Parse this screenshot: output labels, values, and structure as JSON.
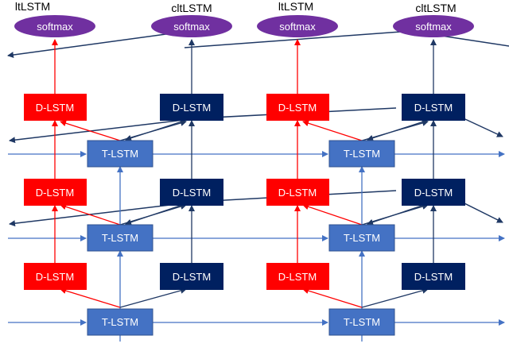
{
  "labels": {
    "output_a": "ltLSTM",
    "output_b": "cltLSTM",
    "softmax": "softmax",
    "d_lstm": "D-LSTM",
    "t_lstm": "T-LSTM"
  },
  "colors": {
    "red_block": "#ff0000",
    "navy_block": "#002060",
    "t_block": "#4472c4",
    "t_block_border": "#2f528f",
    "softmax_fill": "#7030a0",
    "red_arrow": "#ff0000",
    "navy_arrow": "#1f3864",
    "blue_arrow": "#4472c4"
  }
}
